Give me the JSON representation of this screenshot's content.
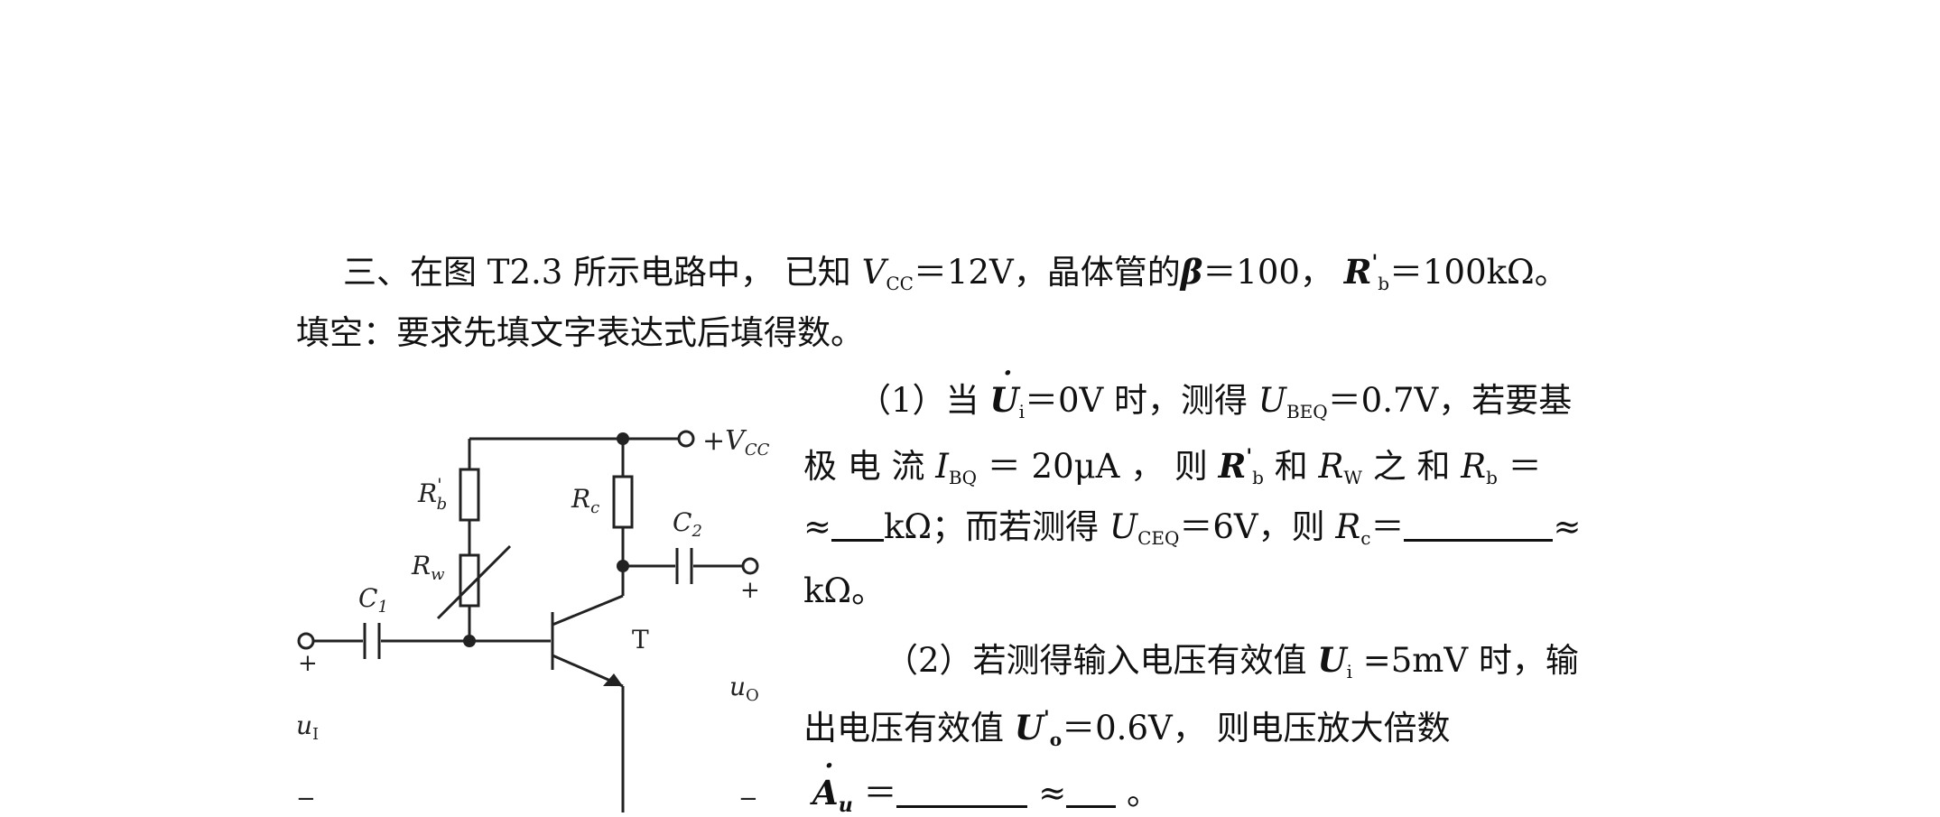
{
  "intro": {
    "line1_prefix": "三、在图 T2.3 所示电路中， 已知 ",
    "vcc_var": "V",
    "vcc_sub": "CC",
    "vcc_val": "＝12V，晶体管的",
    "beta": "β",
    "beta_val": "＝100，",
    "rb_var": "R",
    "rb_prime": "'",
    "rb_sub": "b",
    "rb_val": "＝100kΩ。",
    "line2": "填空：要求先填文字表达式后填得数。"
  },
  "q1": {
    "part1": "（1）当 ",
    "ui_var": "U",
    "ui_sub": "i",
    "part2": "＝0V 时，测得 ",
    "ubeq_var": "U",
    "ubeq_sub": "BEQ",
    "part3": "＝0.7V，若要基",
    "part4": "极 电 流 ",
    "ibq_var": "I",
    "ibq_sub": "BQ",
    "part5": " ＝ 20μA ，   则 ",
    "rb_var": "R",
    "rb_prime": "'",
    "rb_sub": "b",
    "part6": " 和 ",
    "rw_var": "R",
    "rw_sub": "W",
    "part7": " 之 和 ",
    "rb2_var": "R",
    "rb2_sub": "b",
    "part8": " ＝",
    "part9": "≈",
    "part10": "kΩ；而若测得 ",
    "uceq_var": "U",
    "uceq_sub": "CEQ",
    "part11": "＝6V，则 ",
    "rc_var": "R",
    "rc_sub": "c",
    "part12": "＝",
    "part13": "≈",
    "part14": "kΩ。"
  },
  "q2": {
    "part1": "（2）若测得输入电压有效值 ",
    "ui_var": "U",
    "ui_sub": "i",
    "part2": " =5mV 时，输",
    "part3": "出电压有效值 ",
    "uo_var": "U",
    "uo_prime": "'",
    "uo_sub": "o",
    "part4": "＝0.6V， 则电压放大倍数",
    "au_var": "A",
    "au_sub": "u",
    "part5": " ＝",
    "part6": " ≈",
    "part7": " 。"
  },
  "circuit": {
    "vcc_label": "+V",
    "vcc_sub": "CC",
    "rb_label": "R",
    "rb_prime": "'",
    "rb_sub": "b",
    "rc_label": "R",
    "rc_sub": "c",
    "rw_label": "R",
    "rw_sub": "w",
    "c1_label": "C",
    "c1_sub": "1",
    "c2_label": "C",
    "c2_sub": "2",
    "t_label": "T",
    "ui_label": "u",
    "ui_sub": "I",
    "uo_label": "u",
    "uo_sub": "O",
    "plus": "+",
    "minus": "−"
  }
}
